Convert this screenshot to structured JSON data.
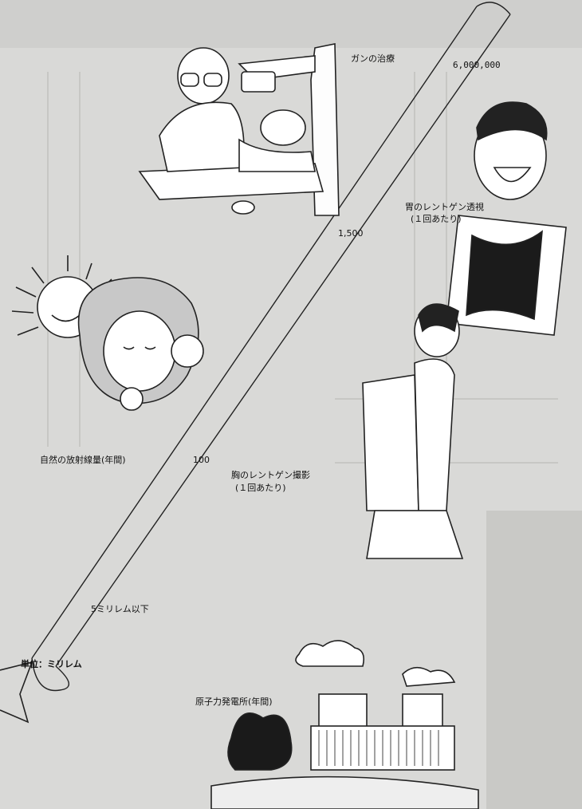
{
  "unit_label": "単位：ミリレム",
  "items": [
    {
      "id": "nuclear",
      "label": "原子力発電所(年間)",
      "value": "5ミリレム以下"
    },
    {
      "id": "natural",
      "label": "自然の放射線量(年間)",
      "value": "100"
    },
    {
      "id": "chest",
      "label": "胸のレントゲン撮影",
      "sublabel": "(１回あたり)"
    },
    {
      "id": "stomach",
      "label": "胃のレントゲン透視",
      "sublabel": "(１回あたり)",
      "value": "1,500"
    },
    {
      "id": "cancer",
      "label": "ガンの治療",
      "value": "6,000,000"
    }
  ],
  "icons": {
    "tube": "curved-tube-scale",
    "doctor": "doctor-xray-machine-icon",
    "sun": "sun-icon",
    "woman": "woman-with-flowers-icon",
    "stomach_man": "man-holding-xray-icon",
    "chest_man": "man-chest-xray-icon",
    "plant": "nuclear-plant-icon"
  }
}
